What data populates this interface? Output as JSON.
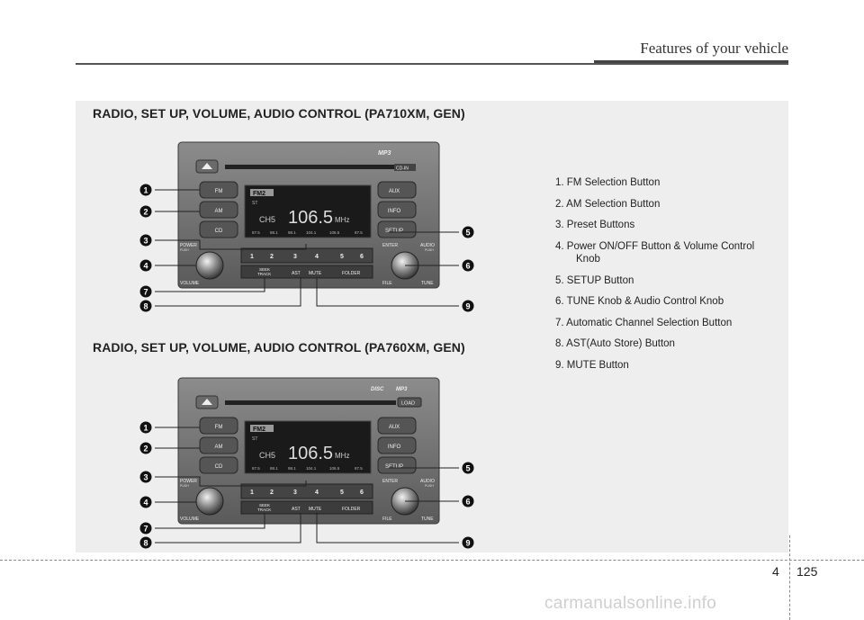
{
  "header": {
    "title": "Features of your vehicle"
  },
  "sections": [
    {
      "title": "RADIO, SET UP, VOLUME, AUDIO CONTROL (PA710XM, GEN)"
    },
    {
      "title": "RADIO, SET UP, VOLUME, AUDIO CONTROL (PA760XM, GEN)"
    }
  ],
  "legend": [
    "1. FM Selection Button",
    "2. AM Selection Button",
    "3. Preset Buttons",
    "4. Power ON/OFF Button & Volume Control",
    "Knob",
    "5. SETUP Button",
    "6. TUNE Knob & Audio Control Knob",
    "7. Automatic Channel Selection Button",
    "8. AST(Auto Store) Button",
    "9. MUTE Button"
  ],
  "radio": {
    "top_label_1": "MP3",
    "top_label_2": "CD-IN",
    "top_label_b1": "DISC",
    "top_label_b2": "LOAD",
    "left_buttons": [
      "FM",
      "AM",
      "CD"
    ],
    "right_buttons": [
      "AUX",
      "INFO",
      "SETUP"
    ],
    "display_band": "FM2",
    "display_st": "ST",
    "display_ch": "CH5",
    "display_freq": "106.5",
    "display_unit": "MHz",
    "display_presets": [
      "87.5",
      "88.1",
      "98.1",
      "104.1",
      "106.5",
      "87.5"
    ],
    "presets": [
      "1",
      "2",
      "3",
      "4",
      "5",
      "6"
    ],
    "seek_label_1": "SEEK",
    "seek_label_2": "TRACK",
    "ast_label": "AST",
    "mute_label": "MUTE",
    "folder_label": "FOLDER",
    "power_label": "POWER",
    "power_push": "PUSH",
    "volume_label": "VOLUME",
    "enter_label": "ENTER",
    "audio_label": "AUDIO",
    "audio_push": "PUSH",
    "file_label": "FILE",
    "tune_label": "TUNE"
  },
  "callouts": {
    "n1": "1",
    "n2": "2",
    "n3": "3",
    "n4": "4",
    "n5": "5",
    "n6": "6",
    "n7": "7",
    "n8": "8",
    "n9": "9"
  },
  "footer": {
    "chapter": "4",
    "page": "125",
    "watermark": "carmanualsonline.info"
  }
}
